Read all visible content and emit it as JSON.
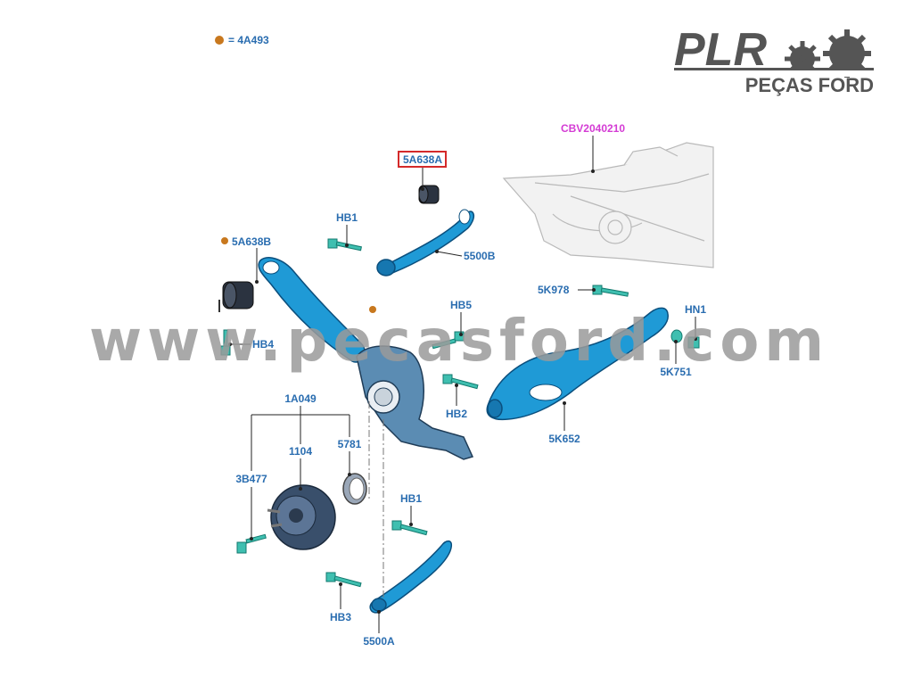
{
  "legend": {
    "marker_color": "#c8781e",
    "text": "= 4A493"
  },
  "logo": {
    "brand": "PLR",
    "subtitle": "PEÇAS FORD",
    "icon": "gears-icon"
  },
  "watermark": "www.pecasford.com",
  "callouts": {
    "cbv": "CBV2040210",
    "a638a": "5A638A",
    "a638b": "5A638B",
    "hb1_top": "HB1",
    "b5500": "5500B",
    "k978": "5K978",
    "hn1": "HN1",
    "hb5": "HB5",
    "hb4": "HB4",
    "k751": "5K751",
    "hb2": "HB2",
    "k652": "5K652",
    "a1049": "1A049",
    "p1104": "1104",
    "p5781": "5781",
    "b477": "3B477",
    "hb1_bottom": "HB1",
    "hb3": "HB3",
    "a5500": "5500A"
  },
  "colors": {
    "part_blue": "#1f9ad6",
    "label_blue": "#2a6db0",
    "highlight_box": "#d42a2a",
    "cbv_pink": "#d43bd4"
  }
}
